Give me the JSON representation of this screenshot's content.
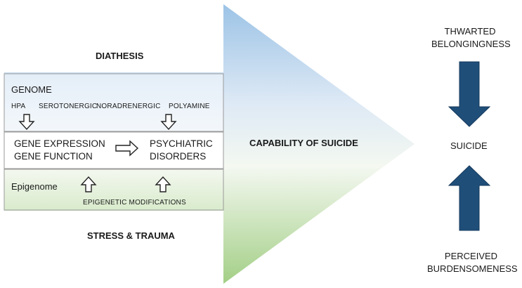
{
  "diathesis_label": "DIATHESIS",
  "stress_label": "STRESS & TRAUMA",
  "genome": {
    "title": "GENOME",
    "systems": [
      "HPA",
      "SEROTONERGIC",
      "NORADRENERGIC",
      "POLYAMINE"
    ]
  },
  "gene_expression": {
    "line1": "GENE EXPRESSION",
    "line2": "GENE FUNCTION"
  },
  "psychiatric": {
    "line1": "PSYCHIATRIC",
    "line2": "DISORDERS"
  },
  "epigenome": {
    "title": "Epigenome",
    "modifications": "EPIGENETIC MODIFICATIONS"
  },
  "capability_label": "CAPABILITY OF SUICIDE",
  "thwarted": {
    "line1": "THWARTED",
    "line2": "BELONGINGNESS"
  },
  "suicide_label": "SUICIDE",
  "perceived": {
    "line1": "PERCEIVED",
    "line2": "BURDENSOMENESS"
  },
  "colors": {
    "arrow_top": "#c7dcf0",
    "arrow_bottom": "#a9d08e",
    "dark_arrow": "#1f4e79",
    "box_border": "#9a9a9a"
  }
}
